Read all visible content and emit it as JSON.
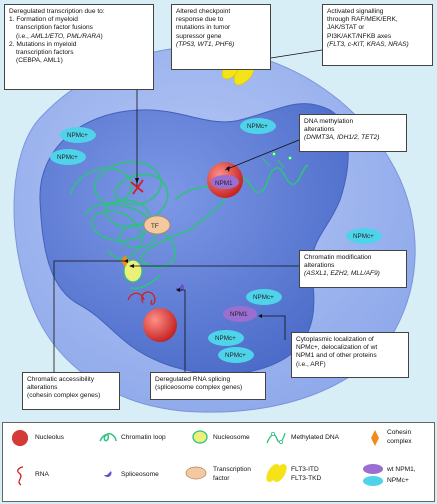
{
  "boxes": {
    "deregulated_transcription": {
      "title": "Deregulated transcription due to:",
      "item1_a": "1. Formation of myeloid",
      "item1_b": "transcription factor fusions",
      "item1_c_pre": "(i.e., ",
      "item1_c_italic": "AML1/ETO, PML/RARA",
      "item1_c_post": ")",
      "item2_a": "2. Mutations in myeloid",
      "item2_b": "transcription factors",
      "item2_c": "(CEBPA, AML1)"
    },
    "checkpoint": {
      "line1": "Altered checkpoint",
      "line2": "response due to",
      "line3": "mutations in tumor",
      "line4": "supressor gene",
      "line5_italic": "(TP53, WT1, PHF6)"
    },
    "signalling": {
      "line1": "Activated signalling",
      "line2": "through RAF/MEK/ERK,",
      "line3": "JAK/STAT or",
      "line4": "PI3K/AKT/NFKB axes",
      "line5_italic": "(FLT3, c-KIT, KRAS, NRAS)"
    },
    "dna_methylation": {
      "line1": "DNA methylation",
      "line2": "alterations",
      "line3_italic": "(DNMT3A, IDH1/2, TET2)"
    },
    "chromatin_mod": {
      "line1": "Chromatin modification",
      "line2": "alterations",
      "line3_italic": "(ASXL1, EZH2, MLL/AF9)"
    },
    "cytoplasmic": {
      "line1": "Cytoplasmic localization of",
      "line2": "NPMc+, delocalization of wt",
      "line3": "NPM1 and of other proteins",
      "line4": "(i.e., ARF)"
    },
    "chromatic_access": {
      "line1": "Chromatic accessibility",
      "line2": "alterations",
      "line3": "(cohesin complex genes)"
    },
    "rna_splicing": {
      "line1": "Deregulated RNA splicing",
      "line2": "(spliceosome complex genes)"
    }
  },
  "cell_labels": {
    "npmc_1": "NPMc+",
    "npmc_2": "NPMc+",
    "npmc_3": "NPMc+",
    "npmc_4": "NPMc+",
    "npmc_5": "NPMc+",
    "npmc_6": "NPMc+",
    "npmc_7": "NPMc+",
    "npm1_nucleus": "NPM1",
    "npm1_cyto": "NPM1",
    "tf": "TF"
  },
  "legend": {
    "nucleolus": "Nucleolus",
    "chromatin_loop": "Chromatin loop",
    "nucleosome": "Nucleosome",
    "methylated_dna": "Methylated DNA",
    "cohesin_1": "Cohesin",
    "cohesin_2": "complex",
    "rna": "RNA",
    "spliceosome": "Spliceosome",
    "tf_1": "Transcription",
    "tf_2": "factor",
    "flt3_1": "FLT3-ITD",
    "flt3_2": "FLT3-TKD",
    "npm_1": "wt NPM1,",
    "npm_2": "NPMc+"
  },
  "colors": {
    "background": "#d8eef6",
    "cell": "#9db6ef",
    "nucleus": "#5f7fd6",
    "chromatin": "#2ec27e",
    "npmc": "#4fd3ea",
    "wt_npm1": "#9a6fd1",
    "nucleolus": "#e2413f",
    "flt3": "#f5e31a",
    "cohesin": "#f08a1b",
    "tf": "#f5c9a0"
  }
}
